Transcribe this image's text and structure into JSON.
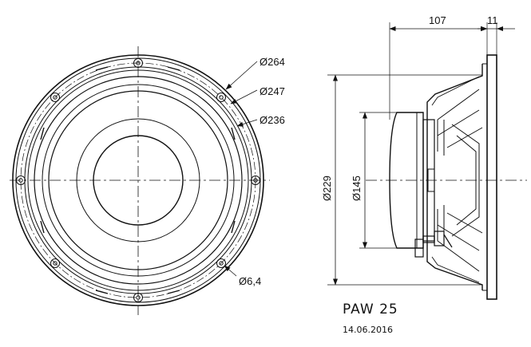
{
  "dimensions": {
    "outer_diameter": "Ø264",
    "bolt_circle_diameter": "Ø247",
    "cutout_diameter": "Ø236",
    "mounting_hole_diameter": "Ø6,4",
    "front_height": "Ø229",
    "magnet_diameter": "Ø145",
    "depth": "107",
    "flange_thickness": "11"
  },
  "title_block": {
    "model": "PAW 25",
    "date": "14.06.2016"
  }
}
